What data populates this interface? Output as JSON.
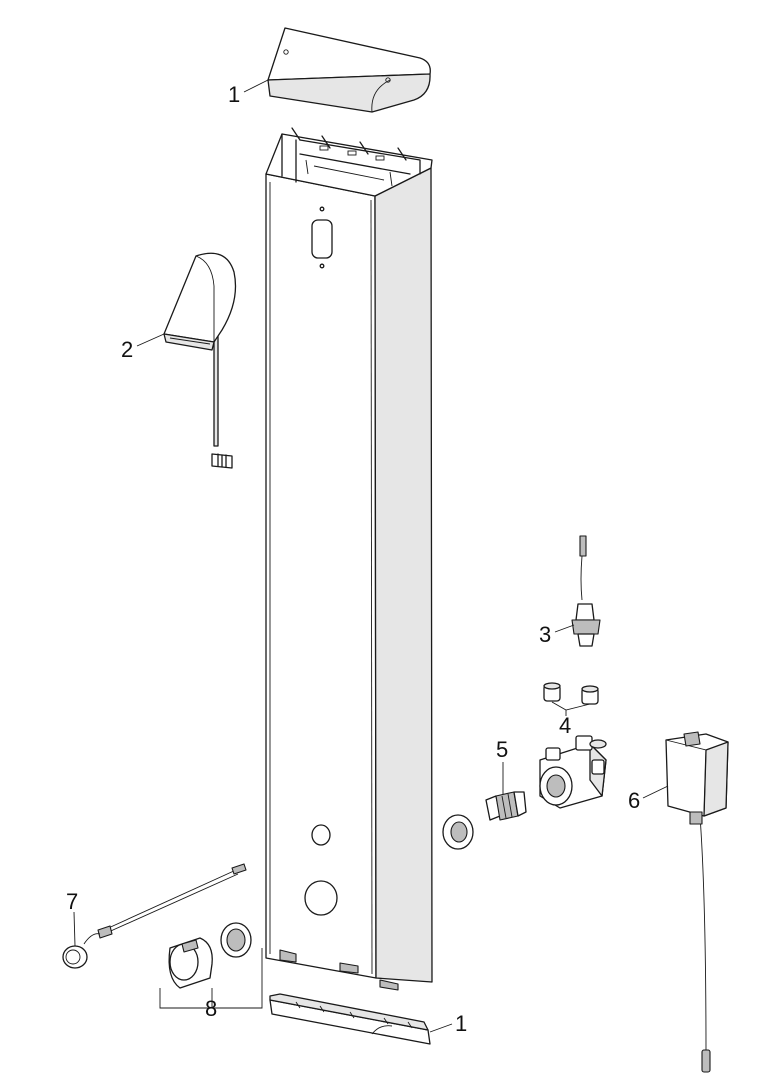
{
  "labels": {
    "top_cover": "1",
    "spout": "2",
    "valve": "3",
    "caps": "4",
    "cartridge": "5",
    "module": "6",
    "button": "7",
    "handle_set": "8",
    "bottom_cover": "1"
  }
}
